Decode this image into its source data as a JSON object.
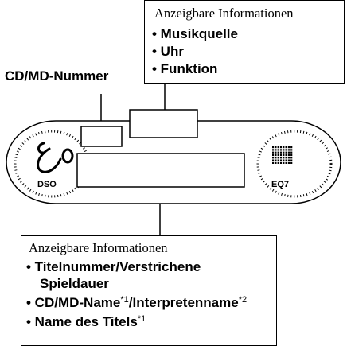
{
  "top_callout": {
    "title": "Anzeigbare Informationen",
    "items": [
      "• Musikquelle",
      "• Uhr",
      "• Funktion"
    ]
  },
  "cd_md_label": "CD/MD-Nummer",
  "display": {
    "left_label": "DSO",
    "right_label": "EQ7"
  },
  "bottom_callout": {
    "title": "Anzeigbare Informationen",
    "item1_line1": "• Titelnummer/Verstrichene",
    "item1_line2": "Spieldauer",
    "item2_text_a": "• CD/MD-Name",
    "item2_sup_a": "*1",
    "item2_text_b": "/Interpretenname",
    "item2_sup_b": "*2",
    "item3_text": "• Name des Titels",
    "item3_sup": "*1"
  }
}
